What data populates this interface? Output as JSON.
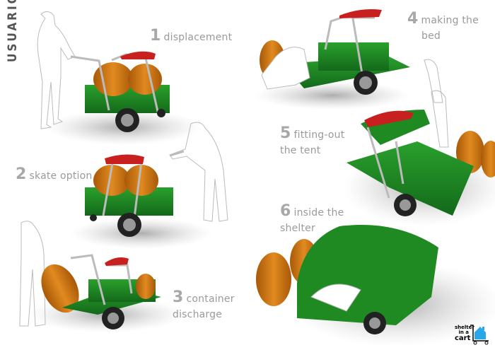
{
  "header": {
    "section_title": "USUARIO"
  },
  "steps": [
    {
      "number": "1",
      "label": "displacement"
    },
    {
      "number": "2",
      "label": "skate option"
    },
    {
      "number": "3",
      "label_line1": "container",
      "label_line2": "discharge"
    },
    {
      "number": "4",
      "label_line1": "making the",
      "label_line2": "bed"
    },
    {
      "number": "5",
      "label_line1": "fitting-out",
      "label_line2": "the tent"
    },
    {
      "number": "6",
      "label_line1": "inside the",
      "label_line2": "shelter"
    }
  ],
  "logo": {
    "line1": "shelter",
    "line2": "in a",
    "line3": "cart",
    "icon": "house-cart-icon"
  },
  "colors": {
    "cart_green": "#1f8a22",
    "roof_red": "#c8201e",
    "barrel_orange": "#c86f10",
    "logo_blue": "#29a8e8",
    "label_gray": "#9a9a9a"
  }
}
